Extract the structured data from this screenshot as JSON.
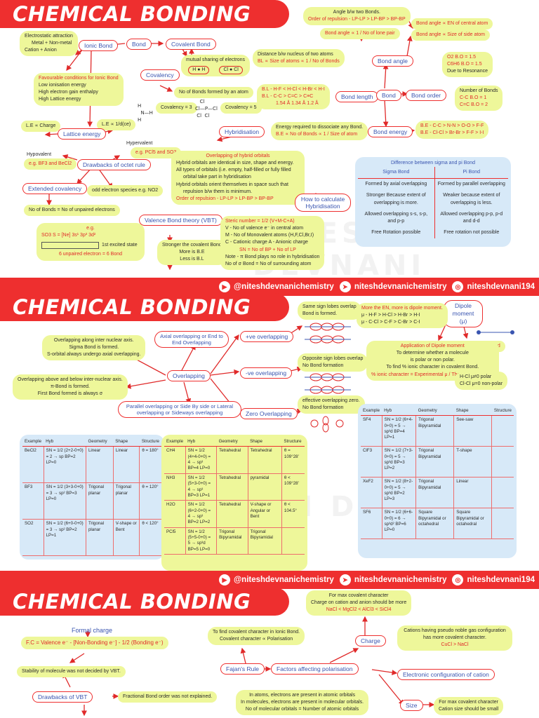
{
  "banners": [
    "CHEMICAL BONDING",
    "CHEMICAL BONDING",
    "CHEMICAL BONDING"
  ],
  "social": {
    "youtube": "@niteshdevnanichemistry",
    "telegram": "niteshdevnanichemistry",
    "instagram": "niteshdevnani194"
  },
  "watermark": "NITESH DEVNANI",
  "panel1": {
    "ionic_props": [
      "Electrostatic attraction",
      "Metal + Non-metal",
      "Cation + Anion"
    ],
    "ionic_bond": "Ionic Bond",
    "bond": "Bond",
    "covalent_bond": "Covalent Bond",
    "mutual_sharing": "mutual sharing of electrons",
    "favourable_title": "Favourable conditions for Ionic Bond",
    "favourable_items": [
      "Low ionisation energy",
      "High electron gain enthalpy",
      "High Lattice energy"
    ],
    "covalency": "Covalency",
    "covalency_def": "No of Bonds formed by an atom",
    "covalency3": "Covalency = 3",
    "covalency5": "Covalency = 5",
    "le_charge": "L.E ∝ Charge",
    "le_formula": "L.E ∝ 1/d(ce)",
    "lattice_energy": "Lattice energy",
    "hypervalent": "Hypervalent",
    "hypervalent_eg": "e.g. PCl5 and SO3",
    "hypovalent": "Hypovalent",
    "hypovalent_eg": "e.g. BF3 and BeCl2",
    "drawbacks_octet": "Drawbacks of octet rule",
    "extended_covalency": "Extended covalency",
    "odd_electron": "odd electron species  e.g. NO2",
    "no_of_bonds_unpaired": "No of Bonds = No of unpaired electrons",
    "s_config_eg": "e.g.",
    "s_config": "SO3   S = [Ne] 3s¹ 3p³ 3d²",
    "excited_state": "1st excited state",
    "unpaired_note": "6 unpaired electron = 6 Bond",
    "angle_title": "Angle b/w two Bonds.",
    "order_repulsion": "Order of repulsion -  LP-LP > LP-BP > BP-BP",
    "bond_angle_lp": "Bond angle ∝ 1 / No of lone pair",
    "bond_angle_en": "Bond angle ∝ EN of central atom",
    "bond_angle_size": "Bond angle ∝ Size of side atom",
    "bond_angle": "Bond angle",
    "distance_def": "Distance b/w nucleus of two atoms",
    "bl_formula": "BL ∝ Size of atoms ∝ 1 / No of Bonds",
    "bond_length": "Bond length",
    "bond_center": "Bond",
    "bond_order": "Bond order",
    "bl_series1": "B.L - H-F < H-Cl < H-Br < H-I",
    "bl_series2": "B.L - C-C > C=C > C≡C",
    "bl_series3": "1.54 Å   1.34 Å   1.2 Å",
    "o2_text": "O2   B.O = 1.5",
    "c6h6_text": "C6H6   B.O = 1.5",
    "resonance": "Due to Resonance",
    "no_of_bonds_bo": "Number of Bonds",
    "bo_cc": "C-C   B.O = 1",
    "bo_c2": "C=C   B.O = 2",
    "energy_required": "Energy required to dissociate any Bond.",
    "be_formula": "B.E ∝ No of Bonds ∝ 1 / Size of atom",
    "bond_energy": "Bond energy",
    "be_series1": "B.E - C-C > N-N > O-O > F-F",
    "be_series2": "B.E - Cl-Cl > Br-Br > F-F > I-I",
    "hybridisation": "Hybridisation",
    "hyb_lines": [
      "Overlapping of hybrid orbitals",
      "Hybrid orbitals are identical in size, shape and energy.",
      "All types of orbitals (i.e. empty, half-filled or fully filled",
      "orbital take part in hybridisation",
      "Hybrid orbitals orient themselves in space such that",
      "repulsion b/w them is minimum."
    ],
    "order_repulsion2": "Order of repulsion - LP-LP > LP-BP > BP-BP",
    "sigma_pi_title": "Difference between sigma and pi Bond",
    "sigma_head": "Sigma Bond",
    "pi_head": "Pi Bond",
    "sigma_items": [
      "Formed by axial overlapping",
      "Stronger Because extent of overlapping is more.",
      "Allowed overlapping s-s, s-p, and p-p",
      "Free Rotation possible"
    ],
    "pi_items": [
      "Formed by parallel overlapping",
      "Weaker because extent of overlapping is less.",
      "Allowed overlapping p-p, p-d and d-d",
      "Free rotation not possible"
    ],
    "how_calc": "How to calculate Hybridisation",
    "vbt": "Valence Bond theory (VBT)",
    "vbt_lines": [
      "Stronger the covalent Bond",
      "More is B.E",
      "Less is B.L"
    ],
    "steric": "Steric number = 1/2 (V+M-C+A)",
    "steric_defs": [
      "V - No of valence e⁻ in central atom",
      "M - No of Monovalent atoms (H,F,Cl,Br,I)",
      "C - Cationic charge   A - Anionic charge"
    ],
    "sn_note": "SN = No of BP + No of LP",
    "note_pi": "Note - π Bond plays no role in hybridisation",
    "no_sigma": "No of σ Bond = No of surrounding atom"
  },
  "panel2": {
    "axial": "Axial overlapping or End to End Overlapping",
    "axial_desc": [
      "Overlapping along inter nuclear axis.",
      "Sigma Bond is formed.",
      "S-orbital always undergo axial overlapping."
    ],
    "overlapping": "Overlapping",
    "parallel_desc": [
      "Overlapping above and below inter-nuclear axis.",
      "π-Bond is formed.",
      "First Bond formed is always σ"
    ],
    "parallel": "Parallel overlapping or Side By side or Lateral overlapping or Sideways overlapping",
    "pos_overlap": "+ve overlapping",
    "neg_overlap": "-ve overlapping",
    "zero_overlap": "Zero Overlapping",
    "same_sign": [
      "Same sign lobes overlap",
      "Bond is formed."
    ],
    "opposite_sign": [
      "Opposite sign lobes overlap",
      "No Bond formation"
    ],
    "effective_zero": [
      "effective overlapping zero.",
      "No Bond formation"
    ],
    "dipole_moment": "Dipole moment (μ)",
    "dipole_eq": "μ = q × d",
    "dipole_series": [
      "More the EN, more is dipole moment.",
      "μ - H-F > H-Cl > H-Br > H-I",
      "μ - C-Cl > C-F > C-Br > C-I"
    ],
    "dipole_app": [
      "Application of Dipole moment",
      "To determine whether a molecule",
      "is polar or non polar.",
      "To find % ionic character in covalent Bond.",
      "% ionic character = Experimental μ / Theoretical μ × 100"
    ],
    "polar": "H-Cl   μ≠0 polar",
    "nonpolar": "Cl-Cl   μ=0 non-polar",
    "headers": [
      "Example",
      "Hyb",
      "Geometry",
      "Shape",
      "Structure"
    ],
    "table_left": [
      {
        "ex": "BeCl2",
        "hyb": "SN = 1/2 (2+2-0+0) = 2 → sp  BP=2 LP=0",
        "geo": "Linear",
        "shape": "Linear",
        "angle": "θ = 180°"
      },
      {
        "ex": "BF3",
        "hyb": "SN = 1/2 (3+3-0+0) = 3 → sp²  BP=3 LP=0",
        "geo": "Trigonal planar",
        "shape": "Trigonal planar",
        "angle": "θ = 120°"
      },
      {
        "ex": "SO2",
        "hyb": "SN = 1/2 (6+0-0+0) = 3 → sp²  BP=2 LP=1",
        "geo": "Trigonal planar",
        "shape": "V-shape or Bent",
        "angle": "θ < 120°"
      }
    ],
    "table_mid": [
      {
        "ex": "CH4",
        "hyb": "SN = 1/2 (4+4-0+0) = 4 → sp³  BP=4 LP=0",
        "geo": "Tetrahedral",
        "shape": "Tetrahedral",
        "angle": "θ = 109°28'"
      },
      {
        "ex": "NH3",
        "hyb": "SN = 1/2 (5+3-0+0) = 4 → sp³  BP=3 LP=1",
        "geo": "Tetrahedral",
        "shape": "pyramidal",
        "angle": "θ < 109°28'"
      },
      {
        "ex": "H2O",
        "hyb": "SN = 1/2 (6+2-0+0) = 4 → sp³  BP=2 LP=2",
        "geo": "Tetrahedral",
        "shape": "V-shape or Angular or Bent",
        "angle": "θ < 104.5°"
      },
      {
        "ex": "PCl5",
        "hyb": "SN = 1/2 (5+5-0+0) = 5 → sp³d  BP=5 LP=0",
        "geo": "Trigonal Bipyramidal",
        "shape": "Trigonal Bipyramidal",
        "angle": ""
      }
    ],
    "table_right": [
      {
        "ex": "SF4",
        "hyb": "SN = 1/2 (6+4-0+0) = 5 → sp³d  BP=4 LP=1",
        "geo": "Trigonal Bipyramidal",
        "shape": "See-saw"
      },
      {
        "ex": "ClF3",
        "hyb": "SN = 1/2 (7+3-0+0) = 5 → sp³d  BP=3 LP=2",
        "geo": "Trigonal Bipyramidal",
        "shape": "T-shape"
      },
      {
        "ex": "XeF2",
        "hyb": "SN = 1/2 (8+2-0+0) = 5 → sp³d  BP=2 LP=3",
        "geo": "Trigonal Bipyramidal",
        "shape": "Linear"
      },
      {
        "ex": "SF6",
        "hyb": "SN = 1/2 (6+6-0+0) = 6 → sp³d²  BP=6 LP=0",
        "geo": "Square Bipyramidal or octahedral",
        "shape": "Square Bipyramidal or octahedral"
      }
    ]
  },
  "panel3": {
    "formal_charge": "Formal charge",
    "fc_formula": "F.C = Valence e⁻ - [Non-Bonding e⁻] - 1/2 (Bonding e⁻)",
    "stability_note": "Stability of molecule was not decided by VBT.",
    "drawbacks_vbt": "Drawbacks of VBT",
    "fractional": "Fractional Bond order was not explained.",
    "to_find": "To find covalent character in Ionic Bond.",
    "cov_char": "Covalent character ∝ Polarisation",
    "fajans": "Fajan's Rule",
    "factors": "Factors affecting polarisation",
    "max_cov": "For max covalent character",
    "charge_high": "Charge on cation and anion should be more",
    "charge_series": "NaCl < MgCl2 < AlCl3 < SiCl4",
    "charge": "Charge",
    "pseudo": "Cations having pseudo noble gas configuration has more covalent character.",
    "cucl": "CuCl > NaCl",
    "elec_config": "Electronic configuration of cation",
    "atoms_line1": "In atoms, electrons are present in atomic orbitals",
    "atoms_line2": "In molecules, electrons are present in molecular orbitals.",
    "atoms_line3": "No of molecular orbitals = Number of atomic orbitals",
    "size": "Size",
    "max_cov2": "For max covalent character",
    "cation_small": "Cation size should be small"
  }
}
